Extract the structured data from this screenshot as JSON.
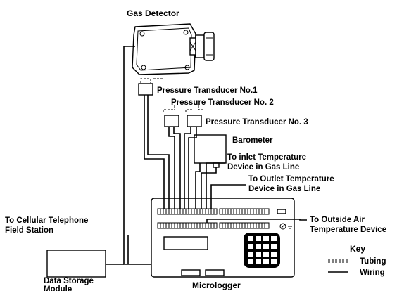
{
  "labels": {
    "gas_detector": "Gas Detector",
    "pt1": "Pressure Transducer No.1",
    "pt2": "Pressure Transducer No. 2",
    "pt3": "Pressure Transducer No. 3",
    "barometer": "Barometer",
    "inlet_line1": "To inlet Temperature",
    "inlet_line2": "Device in Gas Line",
    "outlet_line1": "To Outlet Temperature",
    "outlet_line2": "Device in Gas Line",
    "outside_line1": "To Outside Air",
    "outside_line2": "Temperature Device",
    "cellular_line1": "To Cellular Telephone",
    "cellular_line2": "Field Station",
    "storage_line1": "Data Storage",
    "storage_line2": "Module",
    "micrologger": "Micrologger"
  },
  "key": {
    "title": "Key",
    "tubing": "Tubing",
    "wiring": "Wiring"
  }
}
